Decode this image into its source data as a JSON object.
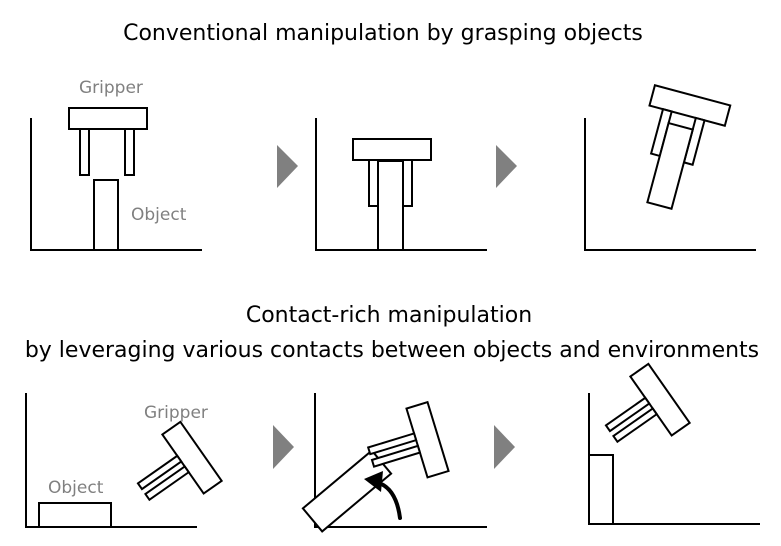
{
  "title_top": "Conventional manipulation by grasping objects",
  "title_bottom_line1": "Contact-rich manipulation",
  "title_bottom_line2": "by leveraging various contacts between objects and environments",
  "labels": {
    "gripper": "Gripper",
    "object": "Object"
  },
  "colors": {
    "outline": "#000000",
    "label_gray": "#808080",
    "arrow_gray": "#808080",
    "fill": "#ffffff"
  },
  "icons": [
    "step-arrow-icon",
    "rotation-arrow-icon"
  ]
}
